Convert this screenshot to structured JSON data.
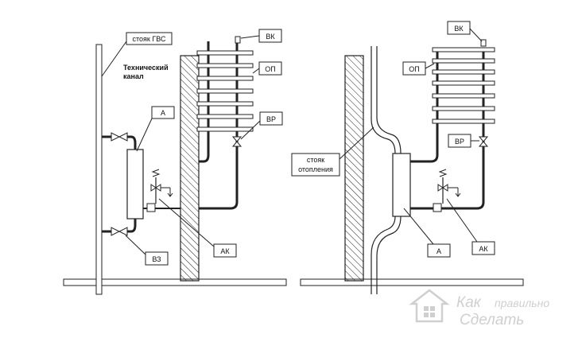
{
  "left_scheme": {
    "riser_label": "стояк ГВС",
    "channel_label_line1": "Технический",
    "channel_label_line2": "канал",
    "label_a": "А",
    "label_vk": "ВК",
    "label_op": "ОП",
    "label_vr": "ВР",
    "label_ak": "АК",
    "label_vz": "ВЗ"
  },
  "right_scheme": {
    "label_vk": "ВК",
    "label_op": "ОП",
    "label_vr": "ВР",
    "riser_label_line1": "стояк",
    "riser_label_line2": "отопления",
    "label_a": "А",
    "label_ak": "АК"
  },
  "watermark": {
    "line1": "Как",
    "line1b": "правильно",
    "line2": "Сделать"
  }
}
